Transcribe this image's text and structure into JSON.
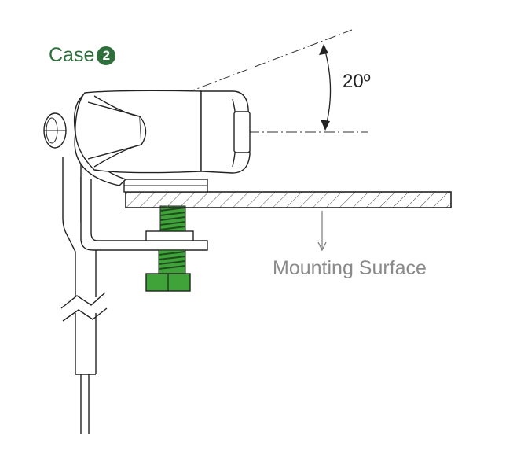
{
  "case": {
    "label": "Case",
    "number": "2"
  },
  "angle": {
    "label": "20º"
  },
  "surface": {
    "label": "Mounting Surface"
  },
  "colors": {
    "accent": "#2e6f3c",
    "nut": "#3fa33a",
    "line": "#222222",
    "muted": "#8a8a8a"
  }
}
